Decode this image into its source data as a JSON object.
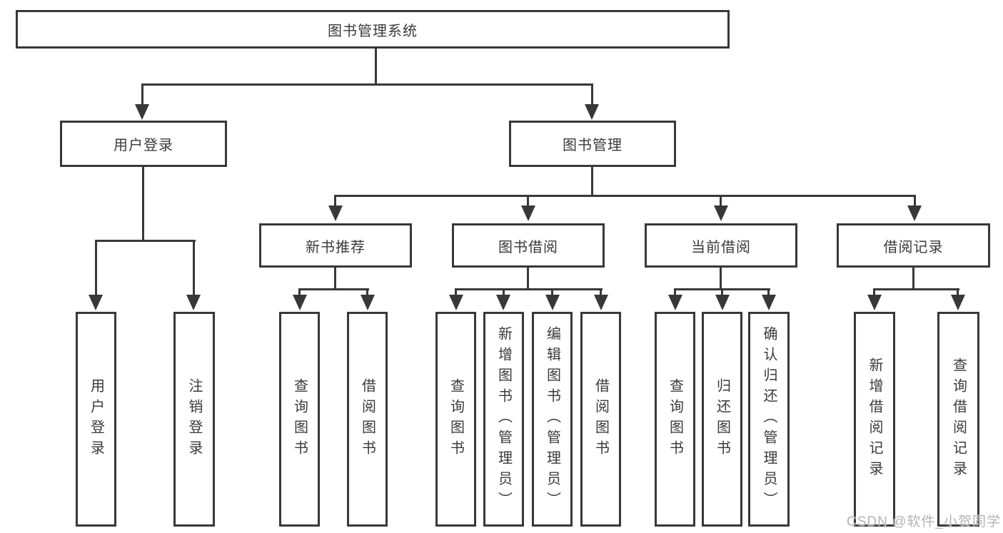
{
  "tree": {
    "label": "图书管理系统",
    "children": [
      {
        "label": "用户登录",
        "children": [
          {
            "label": "用户登录"
          },
          {
            "label": "注销登录"
          }
        ]
      },
      {
        "label": "图书管理",
        "children": [
          {
            "label": "新书推荐",
            "children": [
              {
                "label": "查询图书"
              },
              {
                "label": "借阅图书"
              }
            ]
          },
          {
            "label": "图书借阅",
            "children": [
              {
                "label": "查询图书"
              },
              {
                "label": "新增图书（管理员）"
              },
              {
                "label": "编辑图书（管理员）"
              },
              {
                "label": "借阅图书"
              }
            ]
          },
          {
            "label": "当前借阅",
            "children": [
              {
                "label": "查询图书"
              },
              {
                "label": "归还图书"
              },
              {
                "label": "确认归还（管理员）"
              }
            ]
          },
          {
            "label": "借阅记录",
            "children": [
              {
                "label": "新增借阅记录"
              },
              {
                "label": "查询借阅记录"
              }
            ]
          }
        ]
      }
    ]
  },
  "watermark": "CSDN @软件_小贺同学",
  "colors": {
    "line": "#383838",
    "box_border": "#383838",
    "text": "#3a3a3a",
    "watermark": "#b3b3b3",
    "background": "#ffffff"
  }
}
